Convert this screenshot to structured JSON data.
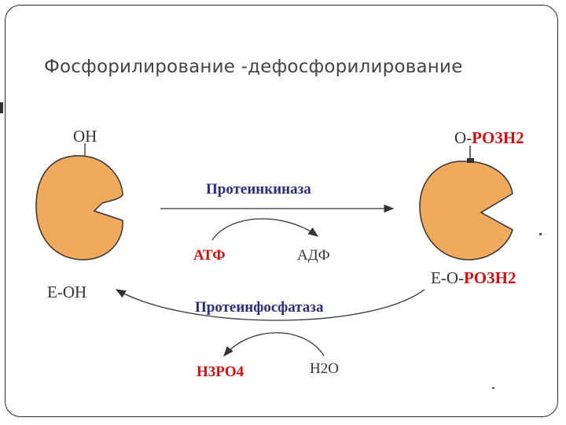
{
  "title": "Фосфорилирование -дефосфорилирование",
  "diagram": {
    "left_top_label": "OH",
    "left_bottom_label": "E-OH",
    "right_top_prefix": "O-",
    "right_top_group": "PO3H2",
    "right_bottom_prefix": "E-O-",
    "right_bottom_group": "PO3H2",
    "forward_enzyme": "Протеинкиназа",
    "reverse_enzyme": "Протеинфосфатаза",
    "forward_substrate": "АТФ",
    "forward_product": "АДФ",
    "reverse_product": "H3PO4",
    "reverse_substrate": "H2O"
  },
  "colors": {
    "enzyme_fill": "#F0AA5E",
    "enzyme_stroke": "#333333",
    "red_text": "#CC1111",
    "blue_text": "#2A2F7A",
    "dark_text": "#333333"
  }
}
